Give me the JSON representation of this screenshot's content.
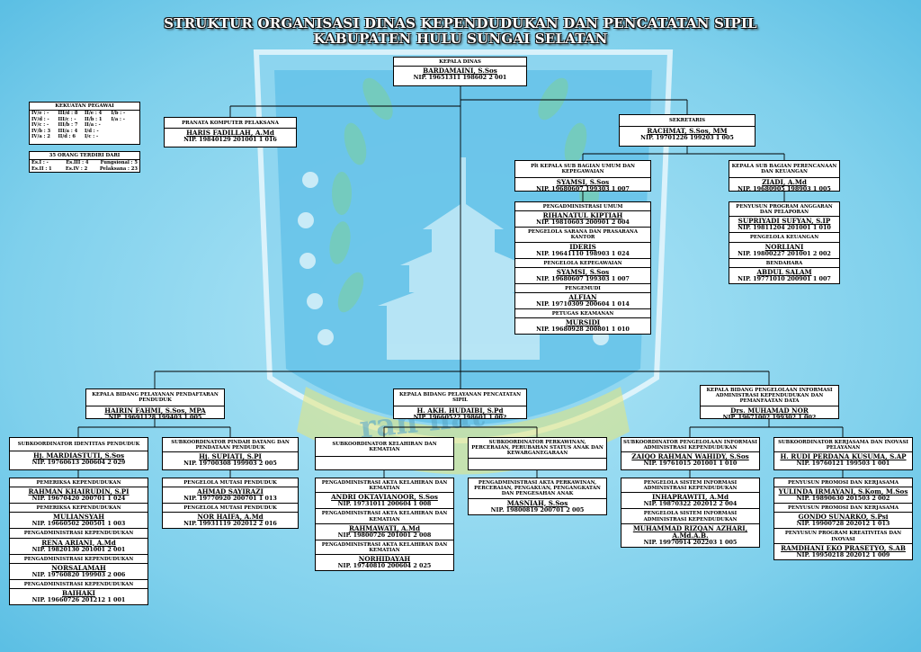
{
  "title_line1": "STRUKTUR  ORGANISASI DINAS KEPENDUDUKAN DAN PENCATATAN SIPIL",
  "title_line2": "KABUPATEN HULU SUNGAI SELATAN",
  "watermark_text": "rah   hat",
  "kekuatan": {
    "heading": "KEKUATAN PEGAWAI",
    "rows": [
      [
        "IV/e : -",
        "III/d : 8",
        "II/e : 4",
        "I/b : -"
      ],
      [
        "IV/d : -",
        "III/c : -",
        "II/b : 1",
        "I/a : -"
      ],
      [
        "IV/c : -",
        "III/b : 7",
        "II/a : -",
        ""
      ],
      [
        "IV/b : 3",
        "III/a : 4",
        "I/d : -",
        ""
      ],
      [
        "IV/a : 2",
        "II/d : 6",
        "I/c : -",
        ""
      ]
    ]
  },
  "jumlah": {
    "heading": "35 ORANG TERDIRI DARI",
    "rows": [
      [
        "Es.I     : -",
        "Es.III    : 4",
        "Fungsional : 5"
      ],
      [
        "Es.II    : 1",
        "Es.IV     : 2",
        "Pelaksana  : 23"
      ]
    ]
  },
  "kepala": {
    "title": "KEPALA DINAS",
    "name": "BARDAMAINI, S.Sos",
    "nip": "NIP. 19651311 198602 2 001"
  },
  "pranata": {
    "title": "PRANATA KOMPUTER PELAKSANA",
    "name": "HARIS FADILLAH, A.Md",
    "nip": "NIP. 19840129 201001 1 016"
  },
  "sekretaris": {
    "title": "SEKRETARIS",
    "name": "RACHMAT, S.Sos, MM",
    "nip": "NIP. 19701226 199203 1 005"
  },
  "subbag_umum": {
    "title": "Plt KEPALA SUB BAGIAN UMUM DAN KEPEGAWAIAN",
    "name": "SYAMSI, S.Sos",
    "nip": "NIP. 19680607 199303 1 007"
  },
  "subbag_keu": {
    "title": "KEPALA SUB BAGIAN PERENCANAAN DAN KEUANGAN",
    "name": "ZIADI, A.Md",
    "nip": "NIP. 19680905 198903 1 005"
  },
  "staff_umum": [
    {
      "title": "PENGADMINISTRASI UMUM",
      "name": "RIHANATUL KIPTIAH",
      "nip": "NIP. 19810603 200901 2 004"
    },
    {
      "title": "PENGELOLA SARANA DAN PRASARANA KANTOR",
      "name": "IDERIS",
      "nip": "NIP. 19641110 198903 1 024"
    },
    {
      "title": "PENGELOLA KEPEGAWAIAN",
      "name": "SYAMSI, S.Sos",
      "nip": "NIP. 19680607 199303 1 007"
    },
    {
      "title": "PENGEMUDI",
      "name": "ALFIAN",
      "nip": "NIP. 19710309 200604 1 014"
    },
    {
      "title": "PETUGAS KEAMANAN",
      "name": "MURSIDI",
      "nip": "NIP. 19680928 200801 1 010"
    }
  ],
  "staff_keu": [
    {
      "title": "PENYUSUN PROGRAM ANGGARAN DAN PELAPORAN",
      "name": "SUPRIYADI SUFYAN, S.IP",
      "nip": "NIP. 19811204 201001 1 010"
    },
    {
      "title": "PENGELOLA KEUANGAN",
      "name": "NORLIANI",
      "nip": "NIP. 19800227 201001 2 002"
    },
    {
      "title": "BENDAHARA",
      "name": "ABDUL SALAM",
      "nip": "NIP. 19771010 200901 1 007"
    }
  ],
  "bidang": [
    {
      "title": "KEPALA BIDANG PELAYANAN PENDAFTARAN PENDUDUK",
      "name": "HAIRIN FAHMI, S.Sos, MPA",
      "nip": "NIP. 19691128 199403 1 005"
    },
    {
      "title": "KEPALA BIDANG PELAYANAN PENCATATAN SIPIL",
      "name": "H. AKH. HUDAIBI, S.Pd",
      "nip": "NIP. 19660522 198601 1 002"
    },
    {
      "title": "KEPALA BIDANG PENGELOLAAN INFORMASI ADMINISTRASI KEPENDUDUKAN DAN PEMANFAATAN DATA",
      "name": "Drs. MUHAMAD NOR",
      "nip": "NIP. 19671002 199302 1 002"
    }
  ],
  "subkoor": [
    {
      "title": "SUBKOORDINATOR IDENTITAS PENDUDUK",
      "name": "Hj. MARDIASTUTI, S.Sos",
      "nip": "NIP. 19760613 200604 2 029"
    },
    {
      "title": "SUBKOORDINATOR PINDAH DATANG DAN PENDATAAN PENDUDUK",
      "name": "Hj. SUPIATI, S.PI",
      "nip": "NIP. 19700308 199903 2 005"
    },
    {
      "title": "SUBKOORDINATOR KELAHIRAN DAN KEMATIAN",
      "name": "",
      "nip": ""
    },
    {
      "title": "SUBKOORDINATOR PERKAWINAN, PERCERAIAN, PERUBAHAN STATUS ANAK DAN KEWARGANEGARAAN",
      "name": "",
      "nip": ""
    },
    {
      "title": "SUBKOORDINATOR PENGELOLAAN INFORMASI ADMINISTRASI KEPENDUDUKAN",
      "name": "ZAIQO RAHMAN WAHIDY, S.Sos",
      "nip": "NIP. 19761015 201001 1 010"
    },
    {
      "title": "SUBKOORDINATOR KERJASAMA DAN INOVASI PELAYANAN",
      "name": "H. RUDI PERDANA KUSUMA, S.AP",
      "nip": "NIP. 19760121 199503 1 001"
    }
  ],
  "staff_col1": [
    {
      "title": "PEMERIKSA KEPENDUDUKAN",
      "name": "RAHMAN KHAIRUDIN, S.PI",
      "nip": "NIP. 19670420 200701 1 024"
    },
    {
      "title": "PEMERIKSA KEPENDUDUKAN",
      "name": "MULIANSYAH",
      "nip": "NIP. 19660502 200501 1 003"
    },
    {
      "title": "PENGADMINISTRASI KEPENDUDUKAN",
      "name": "RENA ARIANI, A.Md",
      "nip": "NIP. 19820130 201001 2 001"
    },
    {
      "title": "PENGADMINISTRASI KEPENDUDUKAN",
      "name": "NORSALAMAH",
      "nip": "NIP. 19760820 199903 2 006"
    },
    {
      "title": "PENGADMINISTRASI KEPENDUDUKAN",
      "name": "BAIHAKI",
      "nip": "NIP. 19660726 201212 1 001"
    }
  ],
  "staff_col2": [
    {
      "title": "PENGELOLA MUTASI PENDUDUK",
      "name": "AHMAD SAYIRAZI",
      "nip": "NIP. 19770920 200701 1 013"
    },
    {
      "title": "PENGELOLA MUTASI PENDUDUK",
      "name": "NOR HAIFA, A.Md",
      "nip": "NIP. 19931119 202012 2 016"
    }
  ],
  "staff_col3": [
    {
      "title": "PENGADMINISTRASI AKTA KELAHIRAN DAN KEMATIAN",
      "name": "ANDRI OKTAVIANOOR, S.Sos",
      "nip": "NIP. 19731011 200604 1 008"
    },
    {
      "title": "PENGADMINISTRASI AKTA KELAHIRAN DAN KEMATIAN",
      "name": "RAHMAWATI, A.Md",
      "nip": "NIP. 19800726 201001 2 008"
    },
    {
      "title": "PENGADMINISTRASI AKTA KELAHIRAN DAN KEMATIAN",
      "name": "NORHIDAYAH",
      "nip": "NIP. 19740810 200604 2 025"
    }
  ],
  "staff_col4": [
    {
      "title": "PENGADMINISTRASI AKTA PERKAWINAN, PERCERAIAN, PENGAKUAN, PENGANGKATAN DAN PENGESAHAN ANAK",
      "name": "MASNIAH, S.Sos",
      "nip": "NIP. 19800819 200701 2 005"
    }
  ],
  "staff_col5": [
    {
      "title": "PENGELOLA SISTEM INFORMASI ADMINISTRASI KEPENDUDUKAN",
      "name": "INHAPRAWITI, A.Md",
      "nip": "NIP. 19870322 202012 2 004"
    },
    {
      "title": "PENGELOLA SISTEM INFORMASI ADMINISTRASI KEPENDUDUKAN",
      "name": "MUHAMMAD RIZQAN AZHARI, A.Md.A.B.",
      "nip": "NIP. 19970914 202203 1 005"
    }
  ],
  "staff_col6": [
    {
      "title": "PENYUSUN PROMOSI DAN KERJASAMA",
      "name": "YULINDA IRMAYANI, S.Kom, M.Sos",
      "nip": "NIP. 19890630 201503 2 002"
    },
    {
      "title": "PENYUSUN PROMOSI DAN KERJASAMA",
      "name": "GONDO SUNARKO, S.Psi",
      "nip": "NIP. 19900728 202012 1 013"
    },
    {
      "title": "PENYUSUN PROGRAM KREATIVITAS DAN INOVASI",
      "name": "RAMDHANI EKO PRASETYO, S.AB",
      "nip": "NIP. 19950218 202012 1 009"
    }
  ]
}
